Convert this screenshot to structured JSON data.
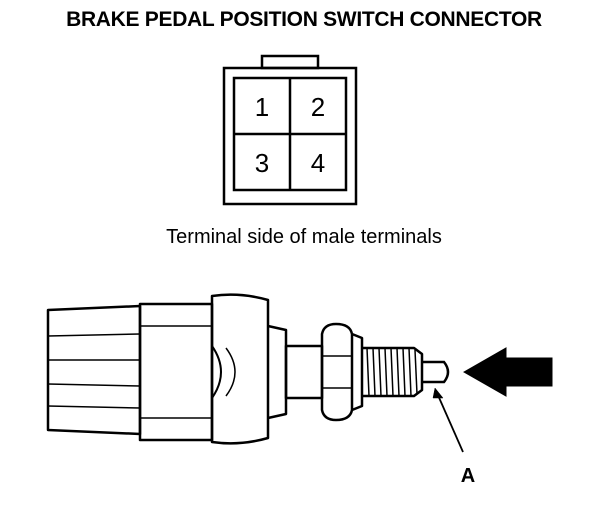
{
  "title": "BRAKE PEDAL POSITION SWITCH CONNECTOR",
  "connector": {
    "terminals": [
      "1",
      "2",
      "3",
      "4"
    ]
  },
  "caption": "Terminal side of male terminals",
  "switch": {
    "callout_label": "A"
  },
  "colors": {
    "ink": "#000000",
    "background": "#ffffff"
  }
}
